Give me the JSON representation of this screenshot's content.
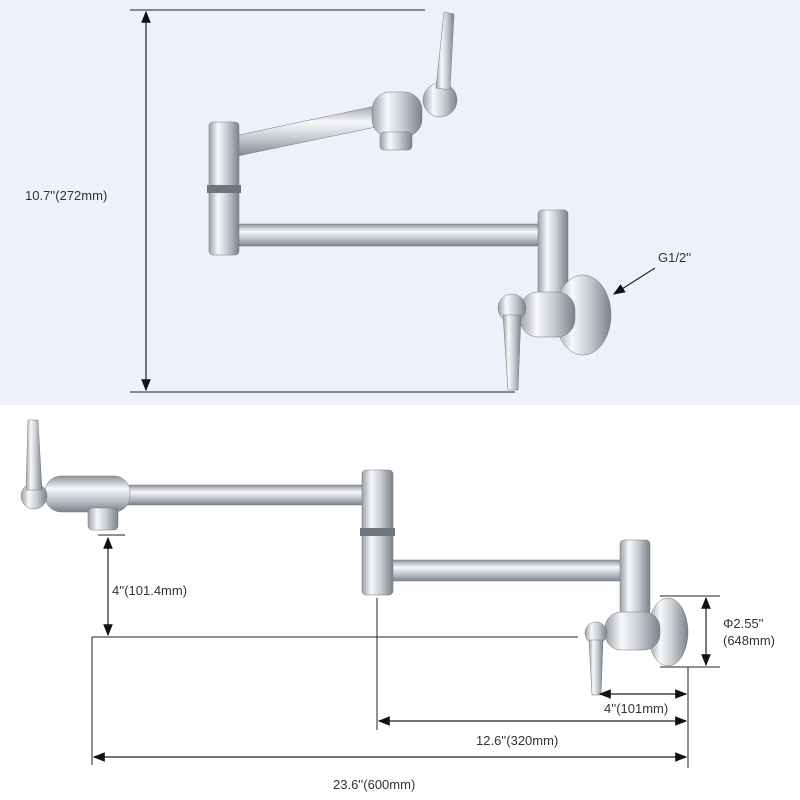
{
  "colors": {
    "top_background": "#eef0fa",
    "bottom_background": "#ffffff",
    "line": "#222222",
    "chrome_light": "#f4f6f8",
    "chrome_dark": "#8a9098"
  },
  "top_view": {
    "height_label": "10.7''(272mm)",
    "inlet_label": "G1/2''"
  },
  "bottom_view": {
    "spout_height_label": "4''(101.4mm)",
    "flange_diameter_label_1": "Φ2.55''",
    "flange_diameter_label_2": "(648mm)",
    "handle_offset_label": "4''(101mm)",
    "lower_arm_label": "12.6''(320mm)",
    "total_length_label": "23.6''(600mm)"
  }
}
